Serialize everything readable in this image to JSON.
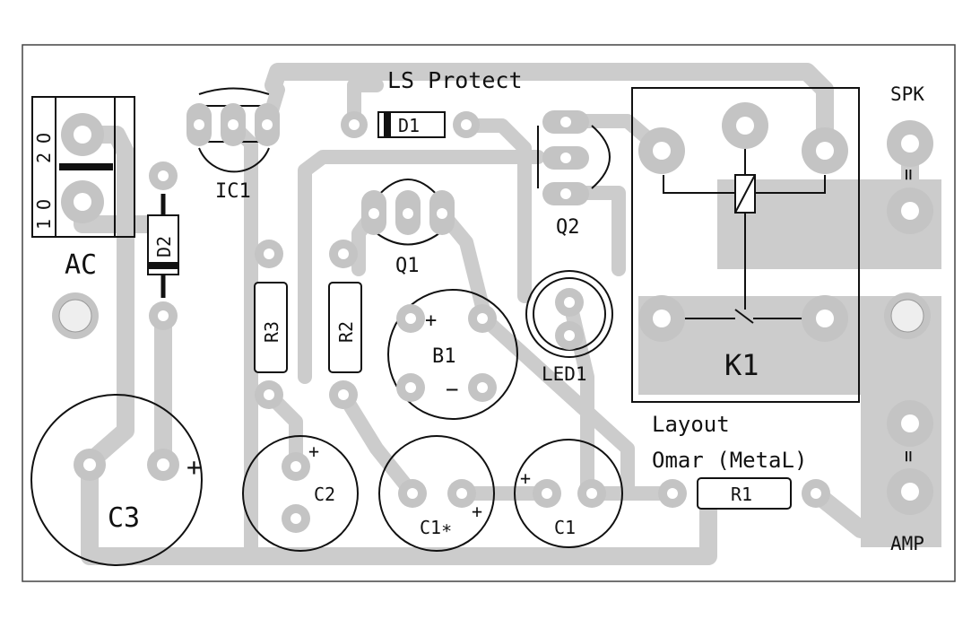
{
  "board": {
    "title": "LS Protect",
    "credit_line1": "Layout",
    "credit_line2": "Omar (MetaL)"
  },
  "connectors": {
    "ac_label": "AC",
    "ac_pin1": "1",
    "ac_pin2": "2",
    "ac_pin1_marker": "O",
    "ac_pin2_marker": "O",
    "spk_label": "SPK",
    "amp_label": "AMP",
    "spk_polarity": "=",
    "amp_polarity": "="
  },
  "components": {
    "ic1": "IC1",
    "d1": "D1",
    "d2": "D2",
    "q1": "Q1",
    "q2": "Q2",
    "r1": "R1",
    "r2": "R2",
    "r3": "R3",
    "b1": "B1",
    "b1_plus": "+",
    "b1_minus": "−",
    "led1": "LED1",
    "k1": "K1",
    "c1": "C1",
    "c1_plus": "+",
    "c1_star": "C1∗",
    "c1_star_plus": "+",
    "c2": "C2",
    "c2_plus": "+",
    "c3": "C3",
    "c3_plus": "+"
  },
  "colors": {
    "background": "#ffffff",
    "copper": "#cccccc",
    "pad": "#c4c4c4",
    "silkscreen": "#111111"
  }
}
